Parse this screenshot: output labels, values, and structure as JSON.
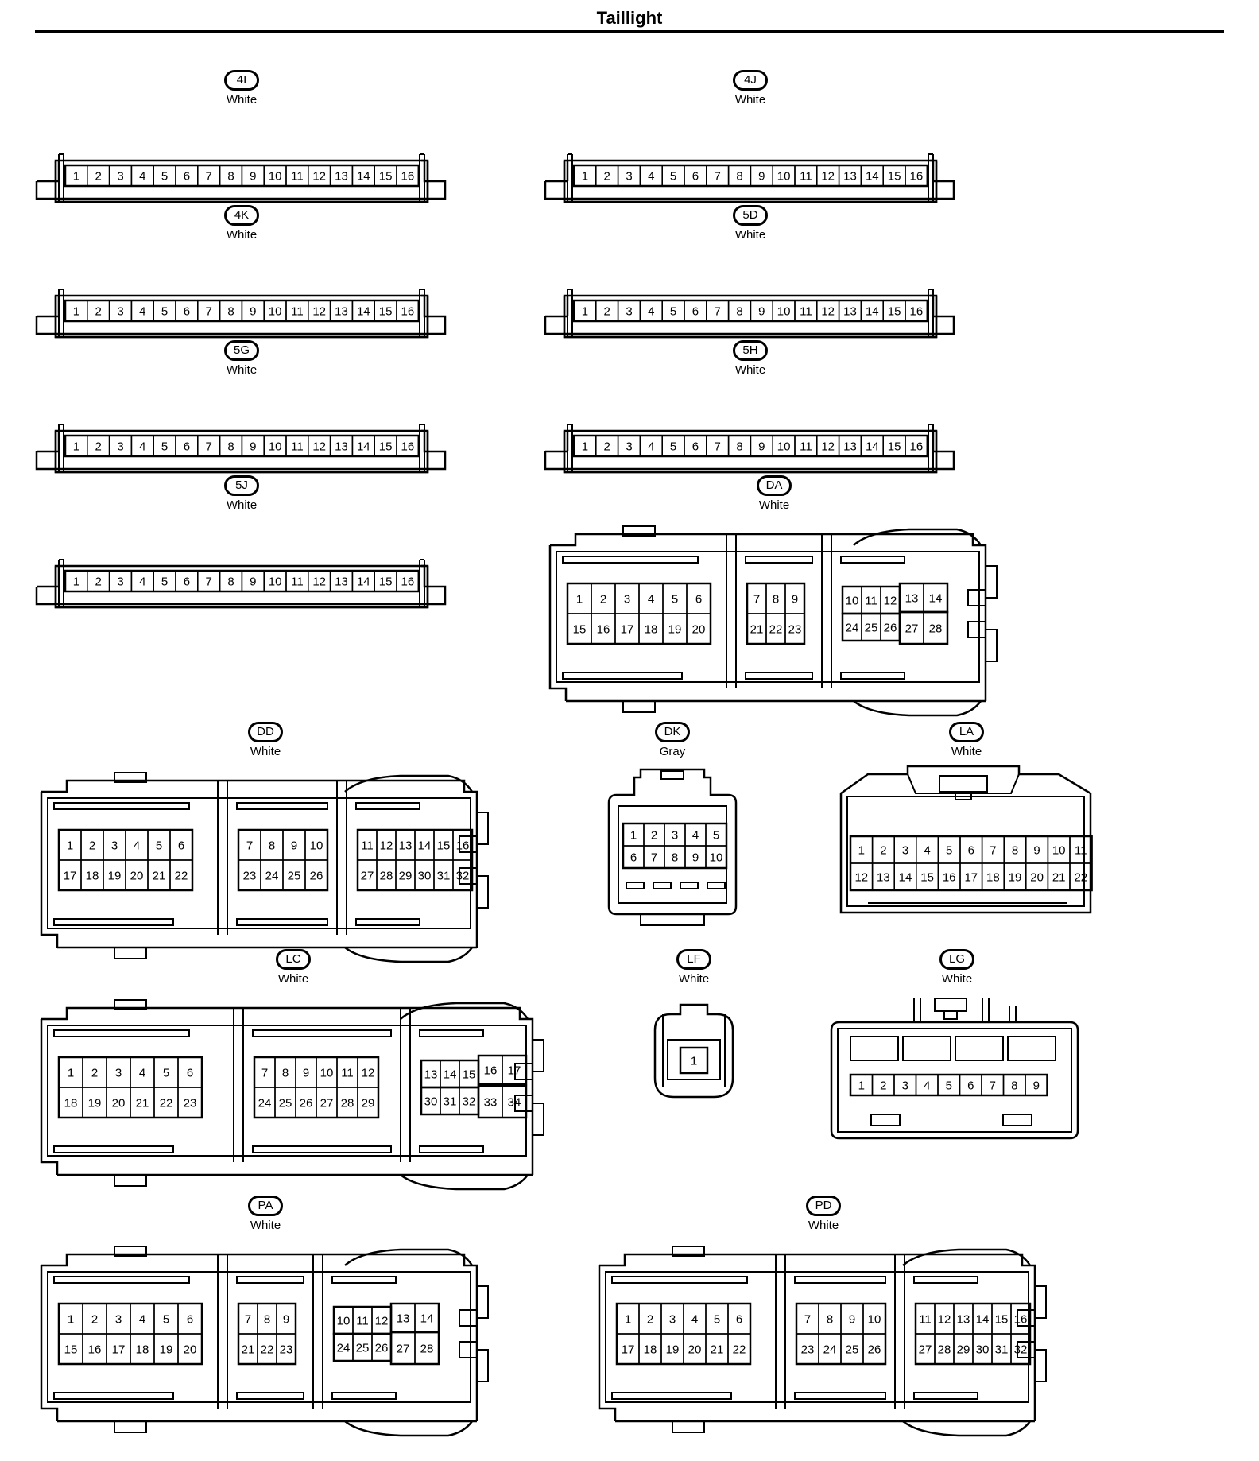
{
  "page": {
    "title": "Taillight"
  },
  "connectors": [
    {
      "id": "4I",
      "color": "White",
      "pins": [
        "1",
        "2",
        "3",
        "4",
        "5",
        "6",
        "7",
        "8",
        "9",
        "10",
        "11",
        "12",
        "13",
        "14",
        "15",
        "16"
      ]
    },
    {
      "id": "4J",
      "color": "White",
      "pins": [
        "1",
        "2",
        "3",
        "4",
        "5",
        "6",
        "7",
        "8",
        "9",
        "10",
        "11",
        "12",
        "13",
        "14",
        "15",
        "16"
      ]
    },
    {
      "id": "4K",
      "color": "White",
      "pins": [
        "1",
        "2",
        "3",
        "4",
        "5",
        "6",
        "7",
        "8",
        "9",
        "10",
        "11",
        "12",
        "13",
        "14",
        "15",
        "16"
      ]
    },
    {
      "id": "5D",
      "color": "White",
      "pins": [
        "1",
        "2",
        "3",
        "4",
        "5",
        "6",
        "7",
        "8",
        "9",
        "10",
        "11",
        "12",
        "13",
        "14",
        "15",
        "16"
      ]
    },
    {
      "id": "5G",
      "color": "White",
      "pins": [
        "1",
        "2",
        "3",
        "4",
        "5",
        "6",
        "7",
        "8",
        "9",
        "10",
        "11",
        "12",
        "13",
        "14",
        "15",
        "16"
      ]
    },
    {
      "id": "5H",
      "color": "White",
      "pins": [
        "1",
        "2",
        "3",
        "4",
        "5",
        "6",
        "7",
        "8",
        "9",
        "10",
        "11",
        "12",
        "13",
        "14",
        "15",
        "16"
      ]
    },
    {
      "id": "5J",
      "color": "White",
      "pins": [
        "1",
        "2",
        "3",
        "4",
        "5",
        "6",
        "7",
        "8",
        "9",
        "10",
        "11",
        "12",
        "13",
        "14",
        "15",
        "16"
      ]
    },
    {
      "id": "DA",
      "color": "White",
      "pins": [
        "1",
        "2",
        "3",
        "4",
        "5",
        "6",
        "15",
        "16",
        "17",
        "18",
        "19",
        "20",
        "7",
        "8",
        "9",
        "21",
        "22",
        "23",
        "10",
        "11",
        "12",
        "13",
        "14",
        "24",
        "25",
        "26",
        "27",
        "28"
      ]
    },
    {
      "id": "DD",
      "color": "White",
      "pins": [
        "1",
        "2",
        "3",
        "4",
        "5",
        "6",
        "17",
        "18",
        "19",
        "20",
        "21",
        "22",
        "7",
        "8",
        "9",
        "10",
        "23",
        "24",
        "25",
        "26",
        "11",
        "12",
        "13",
        "14",
        "15",
        "16",
        "27",
        "28",
        "29",
        "30",
        "31",
        "32"
      ]
    },
    {
      "id": "DK",
      "color": "Gray",
      "pins": [
        "1",
        "2",
        "3",
        "4",
        "5",
        "6",
        "7",
        "8",
        "9",
        "10"
      ]
    },
    {
      "id": "LA",
      "color": "White",
      "pins": [
        "1",
        "2",
        "3",
        "4",
        "5",
        "6",
        "7",
        "8",
        "9",
        "10",
        "11",
        "12",
        "13",
        "14",
        "15",
        "16",
        "17",
        "18",
        "19",
        "20",
        "21",
        "22"
      ]
    },
    {
      "id": "LC",
      "color": "White",
      "pins": [
        "1",
        "2",
        "3",
        "4",
        "5",
        "6",
        "18",
        "19",
        "20",
        "21",
        "22",
        "23",
        "7",
        "8",
        "9",
        "10",
        "11",
        "12",
        "24",
        "25",
        "26",
        "27",
        "28",
        "29",
        "13",
        "14",
        "15",
        "16",
        "17",
        "30",
        "31",
        "32",
        "33",
        "34"
      ]
    },
    {
      "id": "LF",
      "color": "White",
      "pins": [
        "1"
      ]
    },
    {
      "id": "LG",
      "color": "White",
      "pins": [
        "1",
        "2",
        "3",
        "4",
        "5",
        "6",
        "7",
        "8",
        "9"
      ]
    },
    {
      "id": "PA",
      "color": "White",
      "pins": [
        "1",
        "2",
        "3",
        "4",
        "5",
        "6",
        "15",
        "16",
        "17",
        "18",
        "19",
        "20",
        "7",
        "8",
        "9",
        "21",
        "22",
        "23",
        "10",
        "11",
        "12",
        "13",
        "14",
        "24",
        "25",
        "26",
        "27",
        "28"
      ]
    },
    {
      "id": "PD",
      "color": "White",
      "pins": [
        "1",
        "2",
        "3",
        "4",
        "5",
        "6",
        "17",
        "18",
        "19",
        "20",
        "21",
        "22",
        "7",
        "8",
        "9",
        "10",
        "23",
        "24",
        "25",
        "26",
        "11",
        "12",
        "13",
        "14",
        "15",
        "16",
        "27",
        "28",
        "29",
        "30",
        "31",
        "32"
      ]
    }
  ]
}
